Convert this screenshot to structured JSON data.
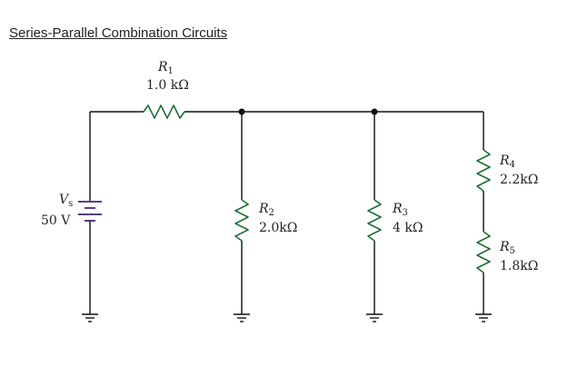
{
  "header": {
    "title": "Series-Parallel Combination Circuits"
  },
  "source": {
    "symbol": "V",
    "sub": "s",
    "value": "50 V"
  },
  "resistors": [
    {
      "symbol": "R",
      "sub": "1",
      "value": "1.0 kΩ"
    },
    {
      "symbol": "R",
      "sub": "2",
      "value": "2.0kΩ"
    },
    {
      "symbol": "R",
      "sub": "3",
      "value": "4 kΩ"
    },
    {
      "symbol": "R",
      "sub": "4",
      "value": "2.2kΩ"
    },
    {
      "symbol": "R",
      "sub": "5",
      "value": "1.8kΩ"
    }
  ],
  "colors": {
    "wire": "#111111",
    "resistor": "#1f6f36",
    "battery": "#5b3d87"
  }
}
